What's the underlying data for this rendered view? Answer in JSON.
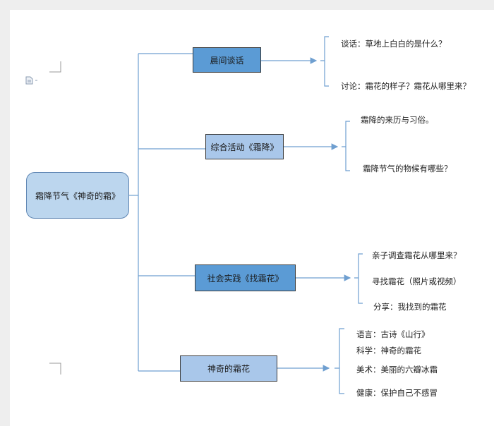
{
  "root": {
    "label": "霜降节气《神奇的霜》"
  },
  "branches": [
    {
      "label": "晨间谈话",
      "children": [
        "谈话：草地上白白的是什么？",
        "讨论：霜花的样子？霜花从哪里来？"
      ]
    },
    {
      "label": "综合活动《霜降》",
      "children": [
        "霜降的来历与习俗。",
        "霜降节气的物候有哪些？"
      ]
    },
    {
      "label": "社会实践《找霜花》",
      "children": [
        "亲子调查霜花从哪里来？",
        "寻找霜花（照片或视频）",
        "分享：我找到的霜花"
      ]
    },
    {
      "label": "神奇的霜花",
      "children": [
        "语言：古诗《山行》",
        "科学：神奇的霜花",
        "美术：美丽的六瓣冰霜",
        "健康：保护自己不感冒"
      ]
    }
  ],
  "colors": {
    "line": "#6f9fd0",
    "root_fill": "#bcd6ee",
    "dark_fill": "#5b9bd5",
    "light_fill": "#a9c7ea"
  },
  "icons": [
    "document-icon",
    "crop-mark-icon"
  ]
}
